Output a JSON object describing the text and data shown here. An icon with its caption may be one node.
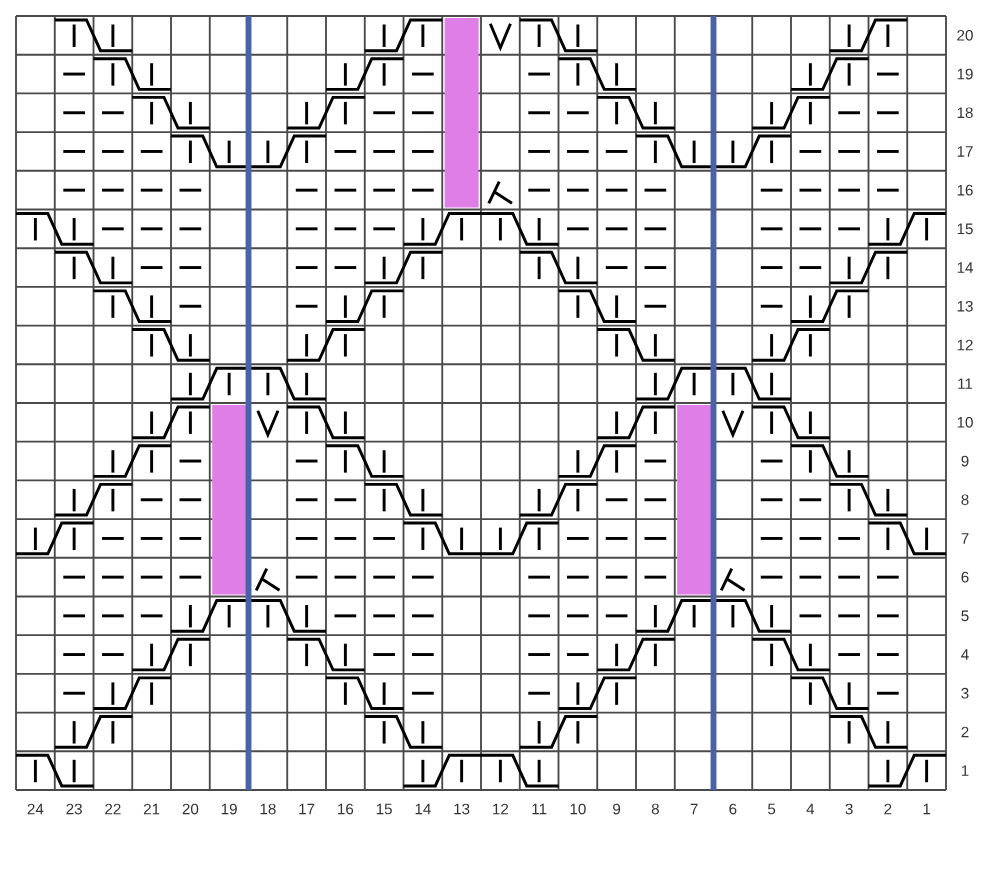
{
  "diagram": {
    "labels": [
      "20",
      "19",
      "18",
      "17",
      "16",
      "15",
      "14",
      "13",
      "12",
      "11",
      "10",
      "9",
      "8",
      "7",
      "6",
      "5",
      "4",
      "3",
      "2",
      "1",
      "24",
      "23",
      "22",
      "21",
      "20",
      "19",
      "18",
      "17",
      "16",
      "15",
      "14",
      "13",
      "12",
      "11",
      "10",
      "9",
      "8",
      "7",
      "6",
      "5",
      "4",
      "3",
      "2",
      "1"
    ]
  }
}
